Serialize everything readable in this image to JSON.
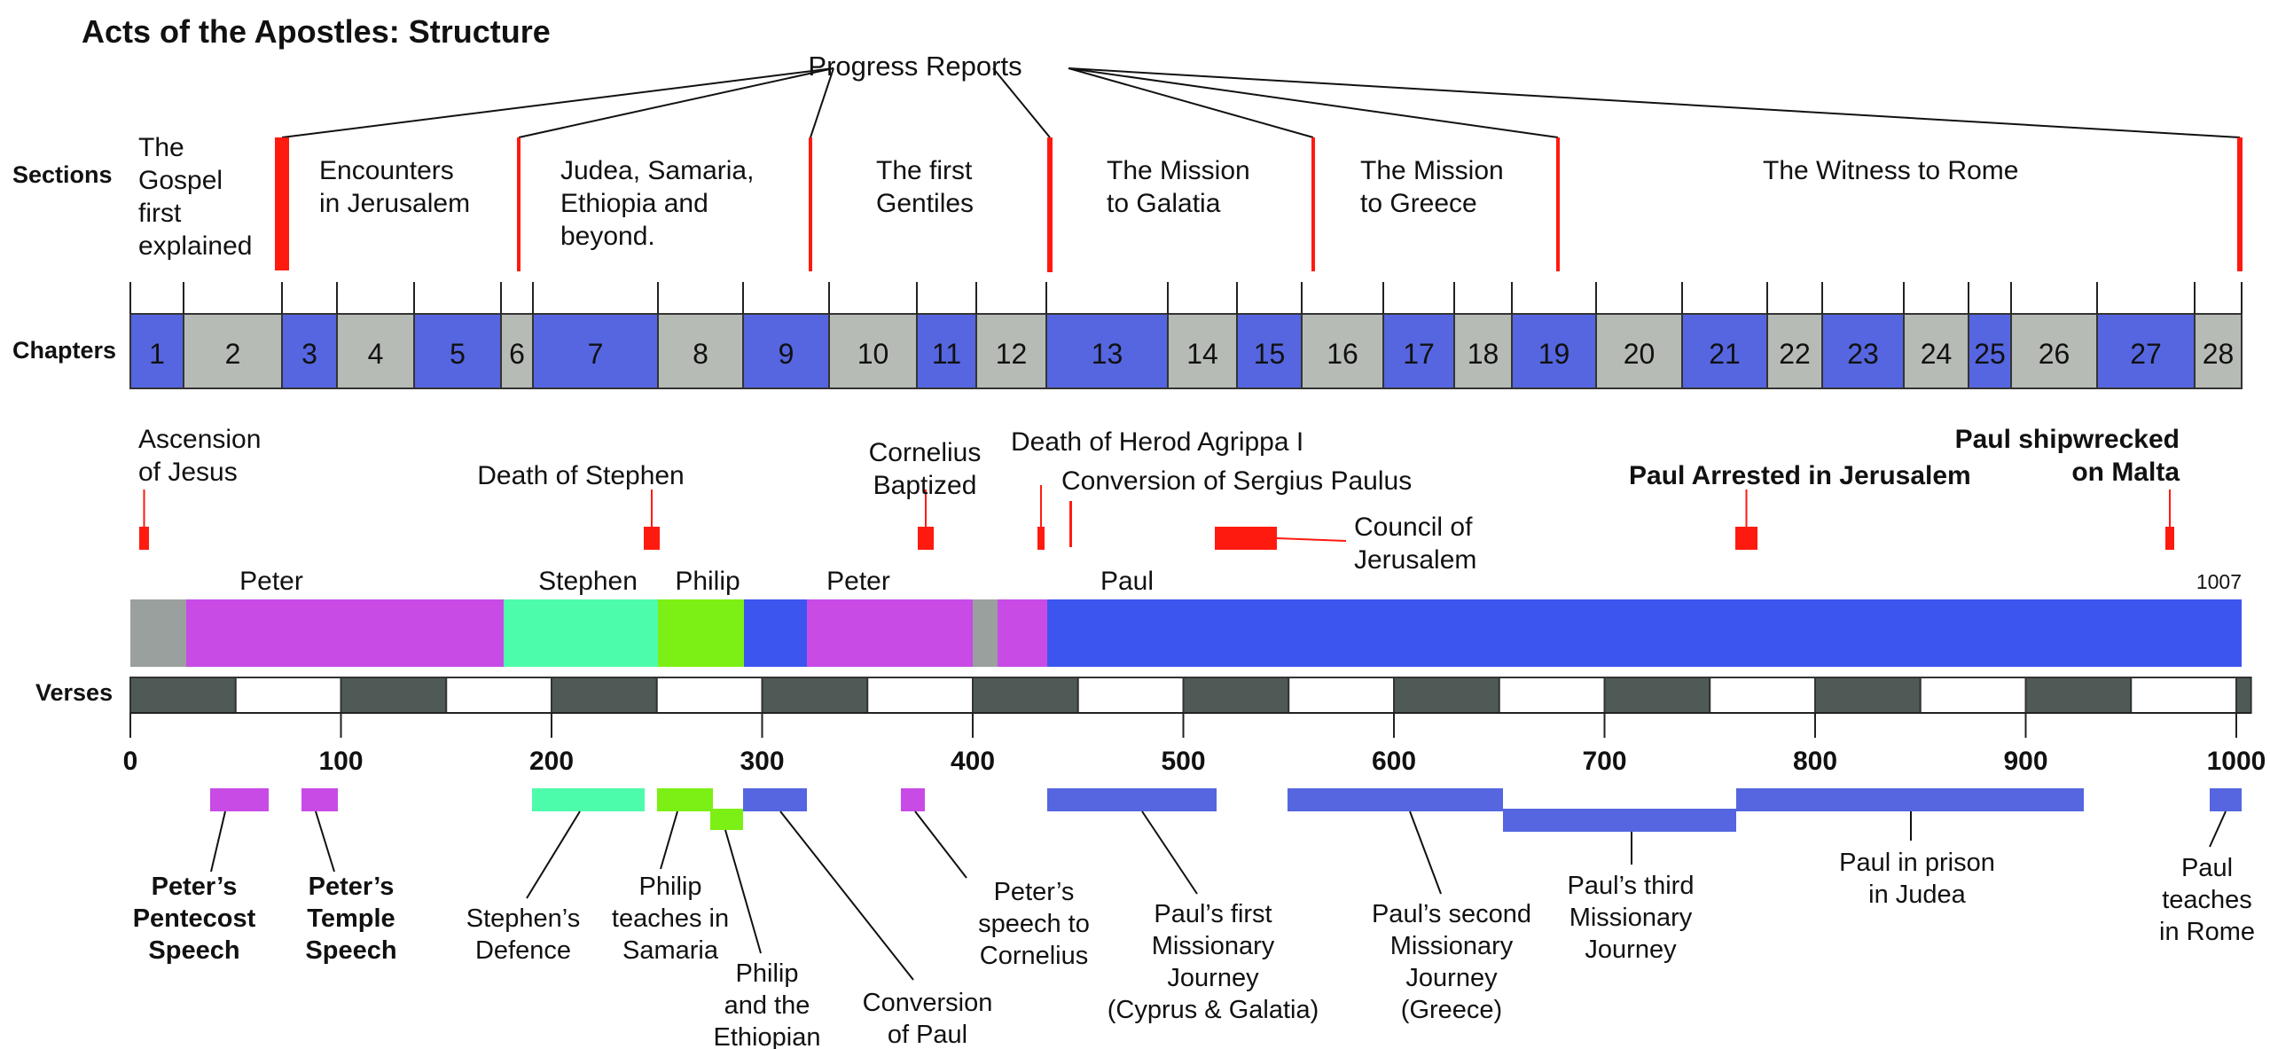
{
  "title": "Acts of the Apostles: Structure",
  "progress_reports_label": "Progress Reports",
  "row_labels": {
    "sections": "Sections",
    "chapters": "Chapters",
    "verses": "Verses"
  },
  "sections": [
    {
      "lines": [
        "The",
        "Gospel",
        "first",
        "explained"
      ]
    },
    {
      "lines": [
        "Encounters",
        "in Jerusalem"
      ]
    },
    {
      "lines": [
        "Judea, Samaria,",
        "Ethiopia and",
        "beyond."
      ]
    },
    {
      "lines": [
        "The first",
        "Gentiles"
      ]
    },
    {
      "lines": [
        "The Mission",
        "to Galatia"
      ]
    },
    {
      "lines": [
        "The Mission",
        "to Greece"
      ]
    },
    {
      "lines": [
        "The Witness to Rome"
      ]
    }
  ],
  "chapters": [
    {
      "label": "1",
      "color": "blue"
    },
    {
      "label": "2",
      "color": "gray"
    },
    {
      "label": "3",
      "color": "blue"
    },
    {
      "label": "4",
      "color": "gray"
    },
    {
      "label": "5",
      "color": "blue"
    },
    {
      "label": "6",
      "color": "gray"
    },
    {
      "label": "7",
      "color": "blue"
    },
    {
      "label": "8",
      "color": "gray"
    },
    {
      "label": "9",
      "color": "blue"
    },
    {
      "label": "10",
      "color": "gray"
    },
    {
      "label": "11",
      "color": "blue"
    },
    {
      "label": "12",
      "color": "gray"
    },
    {
      "label": "13",
      "color": "blue"
    },
    {
      "label": "14",
      "color": "gray"
    },
    {
      "label": "15",
      "color": "blue"
    },
    {
      "label": "16",
      "color": "gray"
    },
    {
      "label": "17",
      "color": "blue"
    },
    {
      "label": "18",
      "color": "gray"
    },
    {
      "label": "19",
      "color": "blue"
    },
    {
      "label": "20",
      "color": "gray"
    },
    {
      "label": "21",
      "color": "blue"
    },
    {
      "label": "22",
      "color": "gray"
    },
    {
      "label": "23",
      "color": "blue"
    },
    {
      "label": "24",
      "color": "gray"
    },
    {
      "label": "25",
      "color": "blue"
    },
    {
      "label": "26",
      "color": "gray"
    },
    {
      "label": "27",
      "color": "blue"
    },
    {
      "label": "28",
      "color": "gray"
    }
  ],
  "events": [
    {
      "lines": [
        "Ascension",
        "of Jesus"
      ],
      "bold": false
    },
    {
      "lines": [
        "Death of Stephen"
      ],
      "bold": false
    },
    {
      "lines": [
        "Cornelius",
        "Baptized"
      ],
      "bold": false
    },
    {
      "lines": [
        "Death of Herod Agrippa I"
      ],
      "bold": false
    },
    {
      "lines": [
        "Conversion of Sergius Paulus"
      ],
      "bold": false
    },
    {
      "lines": [
        "Council of",
        "Jerusalem"
      ],
      "bold": false
    },
    {
      "lines": [
        "Paul Arrested in Jerusalem"
      ],
      "bold": true
    },
    {
      "lines": [
        "Paul shipwrecked",
        "on Malta"
      ],
      "bold": true
    }
  ],
  "people": [
    {
      "name": "Peter"
    },
    {
      "name": "Stephen"
    },
    {
      "name": "Philip"
    },
    {
      "name": "Peter"
    },
    {
      "name": "Paul"
    }
  ],
  "total_verses_label": "1007",
  "verse_axis": {
    "min": 0,
    "max": 1000,
    "ticks": [
      "0",
      "100",
      "200",
      "300",
      "400",
      "500",
      "600",
      "700",
      "800",
      "900",
      "1000"
    ]
  },
  "episodes": [
    {
      "lines": [
        "Peter’s",
        "Pentecost",
        "Speech"
      ],
      "bold": true,
      "color": "magenta"
    },
    {
      "lines": [
        "Peter’s",
        "Temple",
        "Speech"
      ],
      "bold": true,
      "color": "magenta"
    },
    {
      "lines": [
        "Stephen’s",
        "Defence"
      ],
      "bold": false,
      "color": "teal"
    },
    {
      "lines": [
        "Philip",
        "teaches in",
        "Samaria"
      ],
      "bold": false,
      "color": "green"
    },
    {
      "lines": [
        "Philip",
        "and the",
        "Ethiopian"
      ],
      "bold": false,
      "color": "green"
    },
    {
      "lines": [
        "Conversion",
        "of Paul"
      ],
      "bold": false,
      "color": "blue"
    },
    {
      "lines": [
        "Peter’s",
        "speech to",
        "Cornelius"
      ],
      "bold": false,
      "color": "magenta"
    },
    {
      "lines": [
        "Paul’s first",
        "Missionary",
        "Journey",
        "(Cyprus & Galatia)"
      ],
      "bold": false,
      "color": "blue"
    },
    {
      "lines": [
        "Paul’s second",
        "Missionary",
        "Journey",
        "(Greece)"
      ],
      "bold": false,
      "color": "blue"
    },
    {
      "lines": [
        "Paul’s third",
        "Missionary",
        "Journey"
      ],
      "bold": false,
      "color": "blue"
    },
    {
      "lines": [
        "Paul in prison",
        "in Judea"
      ],
      "bold": false,
      "color": "blue"
    },
    {
      "lines": [
        "Paul",
        "teaches",
        "in Rome"
      ],
      "bold": false,
      "color": "blue"
    }
  ],
  "colors": {
    "blue": "#5566e0",
    "gray": "#b7bbb6",
    "red": "#ff1a10",
    "magenta": "#c84be6",
    "teal": "#4dfcaa",
    "green": "#7cf015",
    "bright_blue": "#3d55ef",
    "dark_gray": "#4f5a57",
    "people_gray": "#9aa09d"
  }
}
